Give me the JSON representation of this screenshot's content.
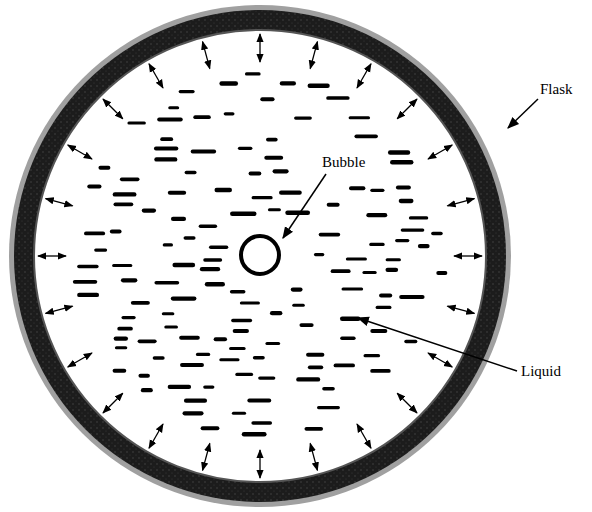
{
  "diagram": {
    "labels": [
      "Flask",
      "Bubble",
      "Liquid"
    ]
  }
}
